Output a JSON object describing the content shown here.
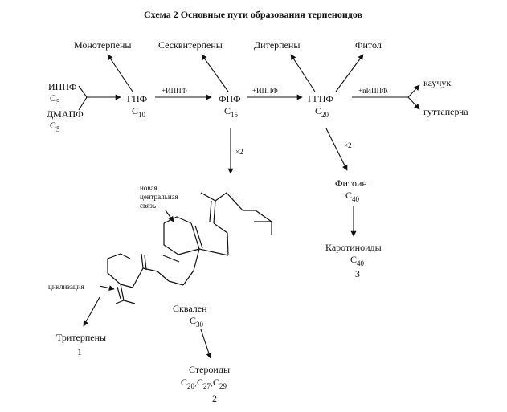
{
  "title": "Схема 2  Основные пути образования терпеноидов",
  "colors": {
    "ink": "#111111",
    "background": "#ffffff"
  },
  "nodes": {
    "ipp": {
      "label": "ИППФ",
      "sub": "5",
      "base": "C"
    },
    "dmapp": {
      "label": "ДМАПФ",
      "sub": "5",
      "base": "C"
    },
    "gpp": {
      "label": "ГПФ",
      "sub": "10",
      "base": "C"
    },
    "fpp": {
      "label": "ФПФ",
      "sub": "15",
      "base": "C"
    },
    "ggpp": {
      "label": "ГГПФ",
      "sub": "20",
      "base": "C"
    },
    "monoterpenes": {
      "label": "Монотерпены"
    },
    "sesquiterpenes": {
      "label": "Сесквитерпены"
    },
    "diterpenes": {
      "label": "Дитерпены"
    },
    "phytol": {
      "label": "Фитол"
    },
    "rubber": {
      "label": "каучук"
    },
    "gutta": {
      "label": "гуттаперча"
    },
    "phytoene": {
      "label": "Фитоин",
      "sub": "40",
      "base": "C"
    },
    "carotenoids": {
      "label": "Каротиноиды",
      "sub": "40",
      "base": "C",
      "number": "3"
    },
    "squalene": {
      "label": "Сквален",
      "sub": "30",
      "base": "C"
    },
    "triterpenes": {
      "label": "Тритерпены",
      "number": "1"
    },
    "steroids": {
      "label": "Стероиды",
      "base": "C",
      "subs": [
        "20",
        "27",
        "29"
      ],
      "sep": ",",
      "number": "2"
    }
  },
  "edges": {
    "gpp_to_fpp": "+ИППФ",
    "fpp_to_ggpp": "+ИППФ",
    "ggpp_to_polyprenes": "+nИППФ",
    "fpp_dimer": "×2",
    "ggpp_dimer": "×2"
  },
  "annotations": {
    "new_bond": [
      "новая",
      "центральная",
      "связь"
    ],
    "cyclization": "циклизация"
  }
}
